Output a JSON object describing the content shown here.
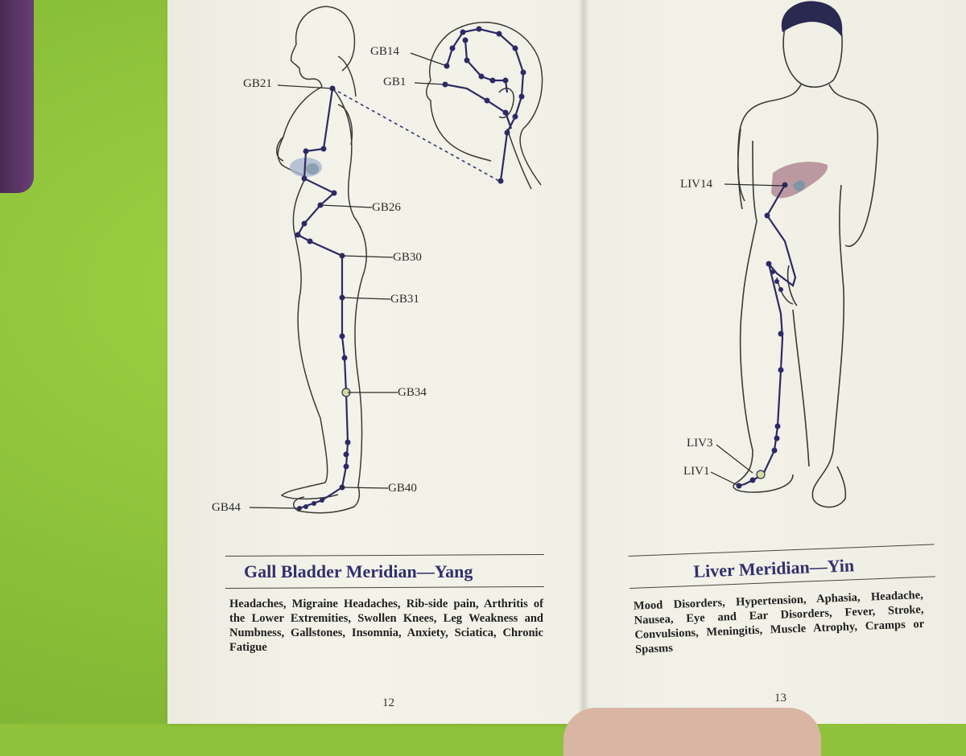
{
  "left_page": {
    "labels": {
      "gb14": "GB14",
      "gb1": "GB1",
      "gb21": "GB21",
      "gb26": "GB26",
      "gb30": "GB30",
      "gb31": "GB31",
      "gb34": "GB34",
      "gb40": "GB40",
      "gb44": "GB44"
    },
    "title": "Gall Bladder Meridian—Yang",
    "body": "Headaches, Migraine Headaches, Rib-side pain, Arthritis of the Lower Extremities, Swollen Knees, Leg Weakness and Numbness, Gallstones, Insomnia, Anxiety, Sciatica, Chronic Fatigue",
    "page_number": "12"
  },
  "right_page": {
    "labels": {
      "liv14": "LIV14",
      "liv3": "LIV3",
      "liv1": "LIV1"
    },
    "title": "Liver Meridian—Yin",
    "body": "Mood Disorders, Hypertension, Aphasia, Headache, Nausea, Eye and Ear Disorders, Fever, Stroke, Convulsions, Meningitis, Muscle Atrophy, Cramps or Spasms",
    "page_number": "13"
  },
  "colors": {
    "meridian": "#2c2a66",
    "highlight_point": "#d7dc9a",
    "title": "#33306e",
    "background": "#8fc23a"
  }
}
